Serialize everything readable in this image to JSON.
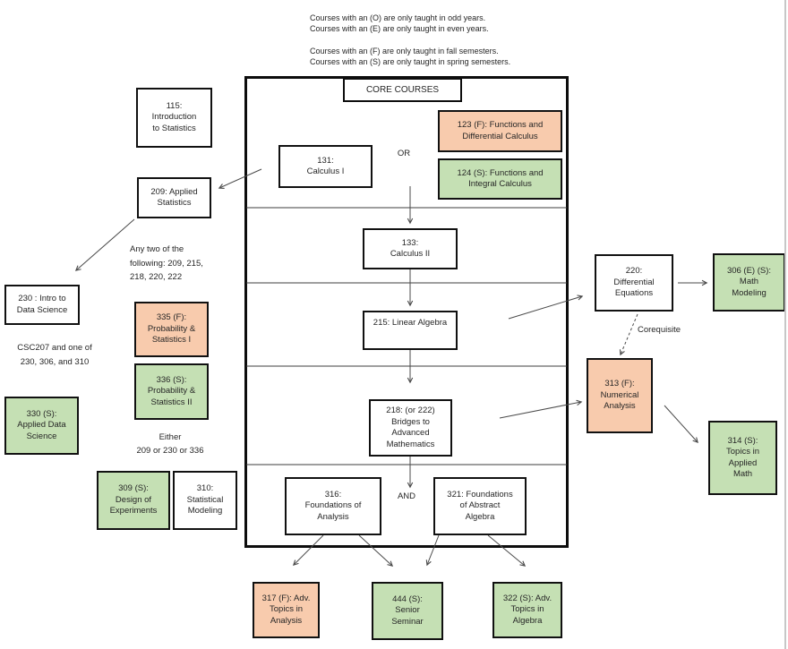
{
  "legend": {
    "odd_even": "Courses with an (O) are only taught in odd years.\nCourses with an (E) are only taught in even years.",
    "fall_spring": "Courses with an (F) are only taught in fall semesters.\nCourses with an (S) are only taught in spring semesters."
  },
  "colors": {
    "fall_orange": "#F8CBAD",
    "spring_green": "#C5E0B4",
    "white": "#FFFFFF",
    "border_black": "#111111",
    "arrow_gray": "#4a4a4a"
  },
  "core": {
    "title": "CORE COURSES"
  },
  "boxes": {
    "b115": {
      "text": "115:\nIntroduction\nto Statistics"
    },
    "b209": {
      "text": "209: Applied\nStatistics"
    },
    "b131": {
      "text": "131:\nCalculus I"
    },
    "b123": {
      "text": "123 (F): Functions and\nDifferential Calculus"
    },
    "b124": {
      "text": "124 (S): Functions and\nIntegral Calculus"
    },
    "b133": {
      "text": "133:\nCalculus II"
    },
    "b215": {
      "text": "215: Linear Algebra"
    },
    "b218": {
      "text": "218: (or 222)\nBridges to\nAdvanced\nMathematics"
    },
    "b316": {
      "text": "316:\nFoundations of\nAnalysis"
    },
    "b321": {
      "text": "321: Foundations\nof Abstract\nAlgebra"
    },
    "b220": {
      "text": "220:\nDifferential\nEquations"
    },
    "b306": {
      "text": "306 (E) (S):\nMath\nModeling"
    },
    "b313": {
      "text": "313 (F):\nNumerical\nAnalysis"
    },
    "b314": {
      "text": "314 (S):\nTopics in\nApplied\nMath"
    },
    "b230": {
      "text": "230 : Intro to\nData Science"
    },
    "b335": {
      "text": "335 (F):\nProbability &\nStatistics I"
    },
    "b336": {
      "text": "336 (S):\nProbability &\nStatistics II"
    },
    "b330": {
      "text": "330 (S):\nApplied Data\nScience"
    },
    "b309": {
      "text": "309 (S):\nDesign of\nExperiments"
    },
    "b310": {
      "text": "310:\nStatistical\nModeling"
    },
    "b317": {
      "text": "317 (F): Adv.\nTopics in\nAnalysis"
    },
    "b444": {
      "text": "444 (S):\nSenior\nSeminar"
    },
    "b322": {
      "text": "322 (S): Adv.\nTopics in\nAlgebra"
    }
  },
  "labels": {
    "or": "OR",
    "and": "AND",
    "corequisite": "Corequisite",
    "any_two": "Any two of the\nfollowing: 209, 215,\n218, 220, 222",
    "csc207": "CSC207 and one of\n230, 306, and 310",
    "either": "Either\n209 or 230 or 336"
  }
}
